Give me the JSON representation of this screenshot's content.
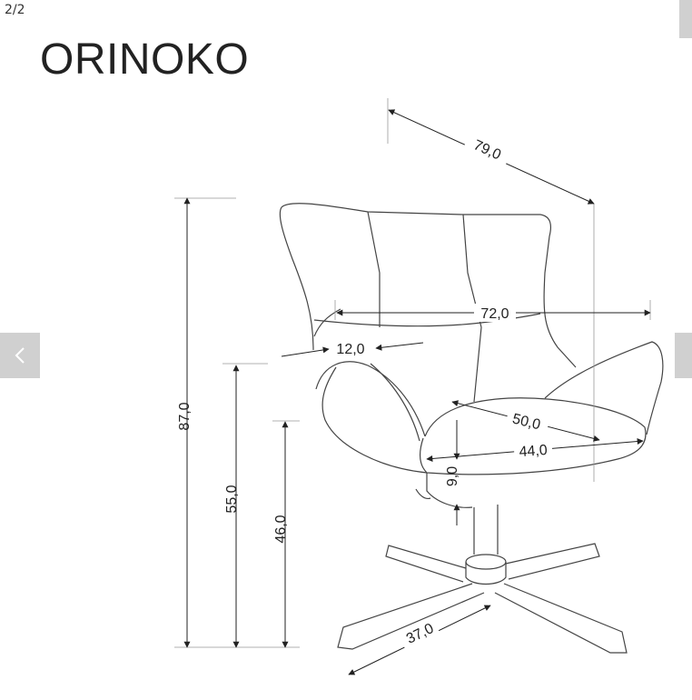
{
  "gallery": {
    "counter": "2/2",
    "prev_icon": "chevron-left-icon",
    "next_icon": "chevron-right-icon"
  },
  "product": {
    "name": "ORINOKO"
  },
  "dimensions": {
    "depth": "79,0",
    "backrest_width": "72,0",
    "armrest_width": "12,0",
    "total_height": "87,0",
    "seat_depth": "50,0",
    "seat_width": "44,0",
    "seat_thickness": "9,0",
    "armrest_height": "55,0",
    "seat_height": "46,0",
    "base_leg": "37,0"
  },
  "colors": {
    "line": "#222222",
    "guide": "#999999",
    "nav": "#d0d0d0"
  }
}
